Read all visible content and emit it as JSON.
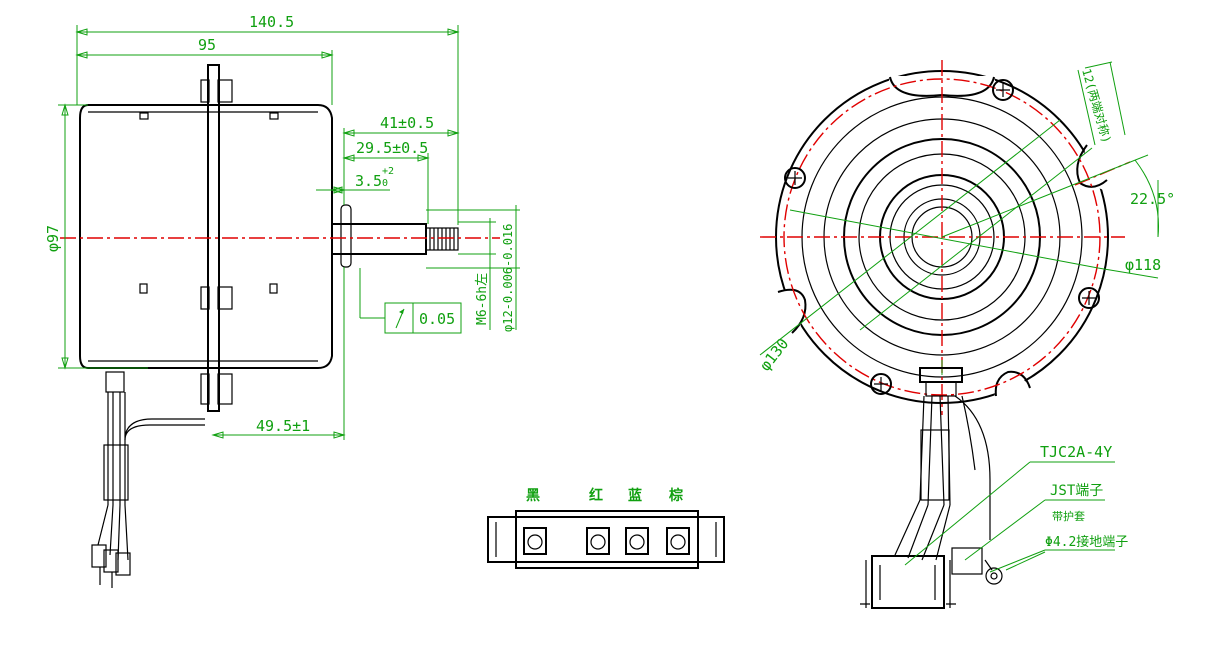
{
  "side_view": {
    "overall_length": "140.5",
    "stator_length": "95",
    "shaft_length_tol": "41±0.5",
    "shaft_flat_tol": "29.5±0.5",
    "shaft_step": "3.5",
    "shaft_step_tol_upper": "+2",
    "shaft_step_tol_lower": "0",
    "mount_offset": "49.5±1",
    "body_diameter": "φ97",
    "thread_spec": "M6-6h左",
    "shaft_diameter": "φ12-0.006-0.016",
    "runout_value": "0.05"
  },
  "front_view": {
    "mount_circle": "φ118",
    "outer_diameter": "φ130",
    "slot_angle": "22.5°",
    "slot_width": "12(两端对称)"
  },
  "connector": {
    "wire_colors": [
      "黑",
      "红",
      "蓝",
      "棕"
    ]
  },
  "callouts": {
    "connector_type": "TJC2A-4Y",
    "jst_terminal": "JST端子",
    "sheath": "带护套",
    "ground_terminal": "Φ4.2接地端子"
  },
  "colors": {
    "outline": "#000000",
    "dimension": "#10a010",
    "centerline": "#e00000"
  }
}
